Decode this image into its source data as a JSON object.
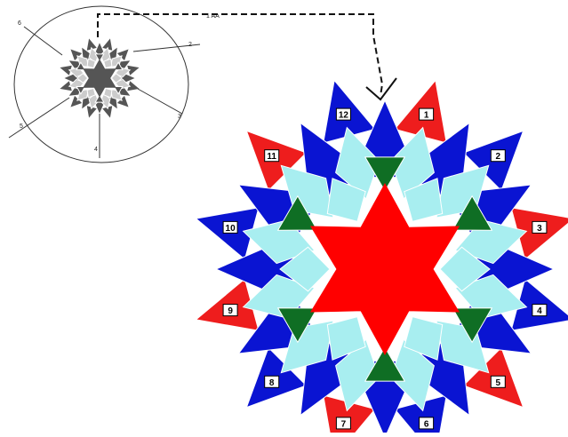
{
  "thumbnail": {
    "callout_labels": [
      "1",
      "2",
      "3",
      "4",
      "5",
      "6"
    ],
    "top_label": "1 AA"
  },
  "main": {
    "numbered_points": [
      "1",
      "2",
      "3",
      "4",
      "5",
      "6",
      "7",
      "8",
      "9",
      "10",
      "11",
      "12"
    ]
  },
  "colors": {
    "outer_triangle": "#ee1d1d",
    "blue": "#0a14d2",
    "light_cyan": "#a8eef0",
    "green": "#0f6e24",
    "center_star": "#ff0000",
    "thumb_dark": "#555555",
    "thumb_light": "#cccccc"
  }
}
